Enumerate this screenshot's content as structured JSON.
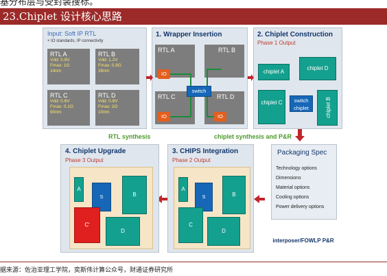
{
  "header": {
    "top_line": "基分布层与受封装搜标。",
    "title": "23.Chiplet 设计核心思路"
  },
  "input": {
    "title": "Input: Soft IP RTL",
    "subtitle": "+ IO standards, IP connectivity",
    "rtl": [
      {
        "name": "RTL A",
        "vdd": "Vdd: 0.9V",
        "fmax": "Fmax: 1G",
        "node": "14nm"
      },
      {
        "name": "RTL B",
        "vdd": "Vdd: 1.2V",
        "fmax": "Fmax: 0.9G",
        "node": "28nm"
      },
      {
        "name": "RTL C",
        "vdd": "Vdd: 0.6V",
        "fmax": "Fmax: 0.1G",
        "node": "90nm"
      },
      {
        "name": "RTL D",
        "vdd": "Vdd: 0.8V",
        "fmax": "Fmax: 2G",
        "node": "10nm"
      }
    ]
  },
  "wrapper": {
    "title": "1. Wrapper Insertion",
    "labels": [
      "RTL A",
      "RTL B",
      "RTL C",
      "RTL D"
    ],
    "io": "IO",
    "switch": "switch"
  },
  "construction": {
    "title": "2. Chiplet Construction",
    "phase": "Phase 1 Output",
    "chips": [
      "chiplet A",
      "chiplet D",
      "chiplet C",
      "switch chiplet",
      "chiplet B"
    ]
  },
  "flow_labels": {
    "rtl_synthesis": "RTL synthesis",
    "chiplet_synthesis": "chiplet synthesis and P&R"
  },
  "packaging": {
    "title": "Packaging Spec",
    "options": [
      "Technology options",
      "Dimensions",
      "Material options",
      "Cooling options",
      "Power delivery options"
    ],
    "bottom_label": "interposer/FOWLP P&R"
  },
  "upgrade": {
    "title": "4. Chiplet Upgrade",
    "phase": "Phase 3 Output",
    "blocks": [
      "A",
      "S",
      "B",
      "C'",
      "D"
    ]
  },
  "chips_integration": {
    "title": "3. CHIPS Integration",
    "phase": "Phase 2 Output",
    "blocks": [
      "A",
      "S",
      "B",
      "C",
      "D"
    ]
  },
  "footer": {
    "source": "据来源：佐治亚理工学院，奕斯伟计算公众号，财通证券研究所"
  },
  "colors": {
    "bar": "#9b2a29",
    "chiplet": "#14a08e",
    "switch": "#1667b8",
    "io": "#e45f1d",
    "arrow": "#c0262b",
    "new_chiplet": "#e0201e"
  }
}
